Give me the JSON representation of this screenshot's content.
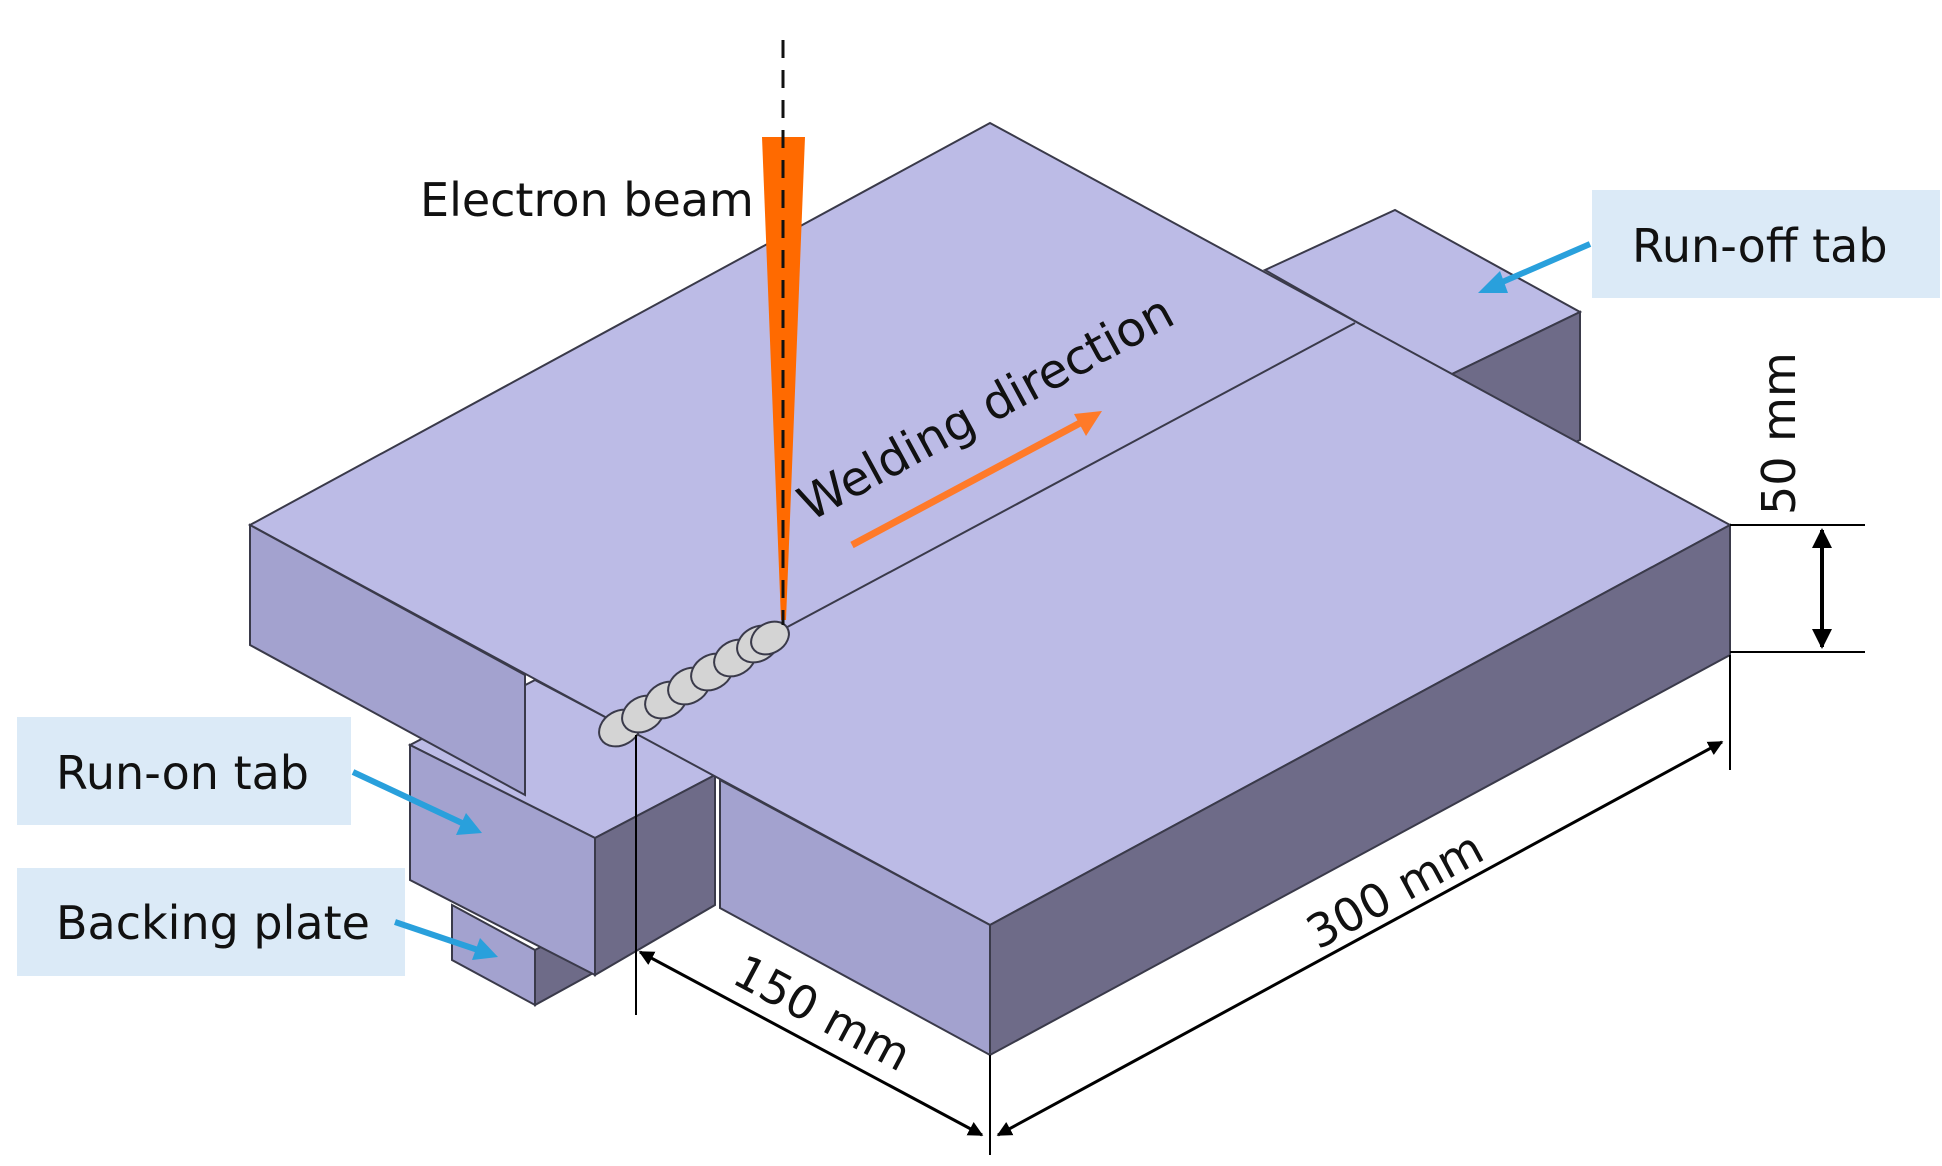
{
  "labels": {
    "electron_beam": "Electron beam",
    "welding_direction": "Welding direction",
    "run_off_tab": "Run-off tab",
    "run_on_tab": "Run-on tab",
    "backing_plate": "Backing plate"
  },
  "dimensions": {
    "height": "50 mm",
    "length": "300 mm",
    "width": "150 mm"
  },
  "colors": {
    "plate_top": "#bcbbe6",
    "plate_front": "#a3a2cf",
    "plate_side": "#6e6b88",
    "edge": "#3a3a4a",
    "beam": "#ff6a00",
    "arrow_orange": "#ff7a29",
    "callout_arrow": "#29a0dc",
    "callout_bg": "#dbeaf7",
    "weld_bead": "#d4d4d4"
  }
}
